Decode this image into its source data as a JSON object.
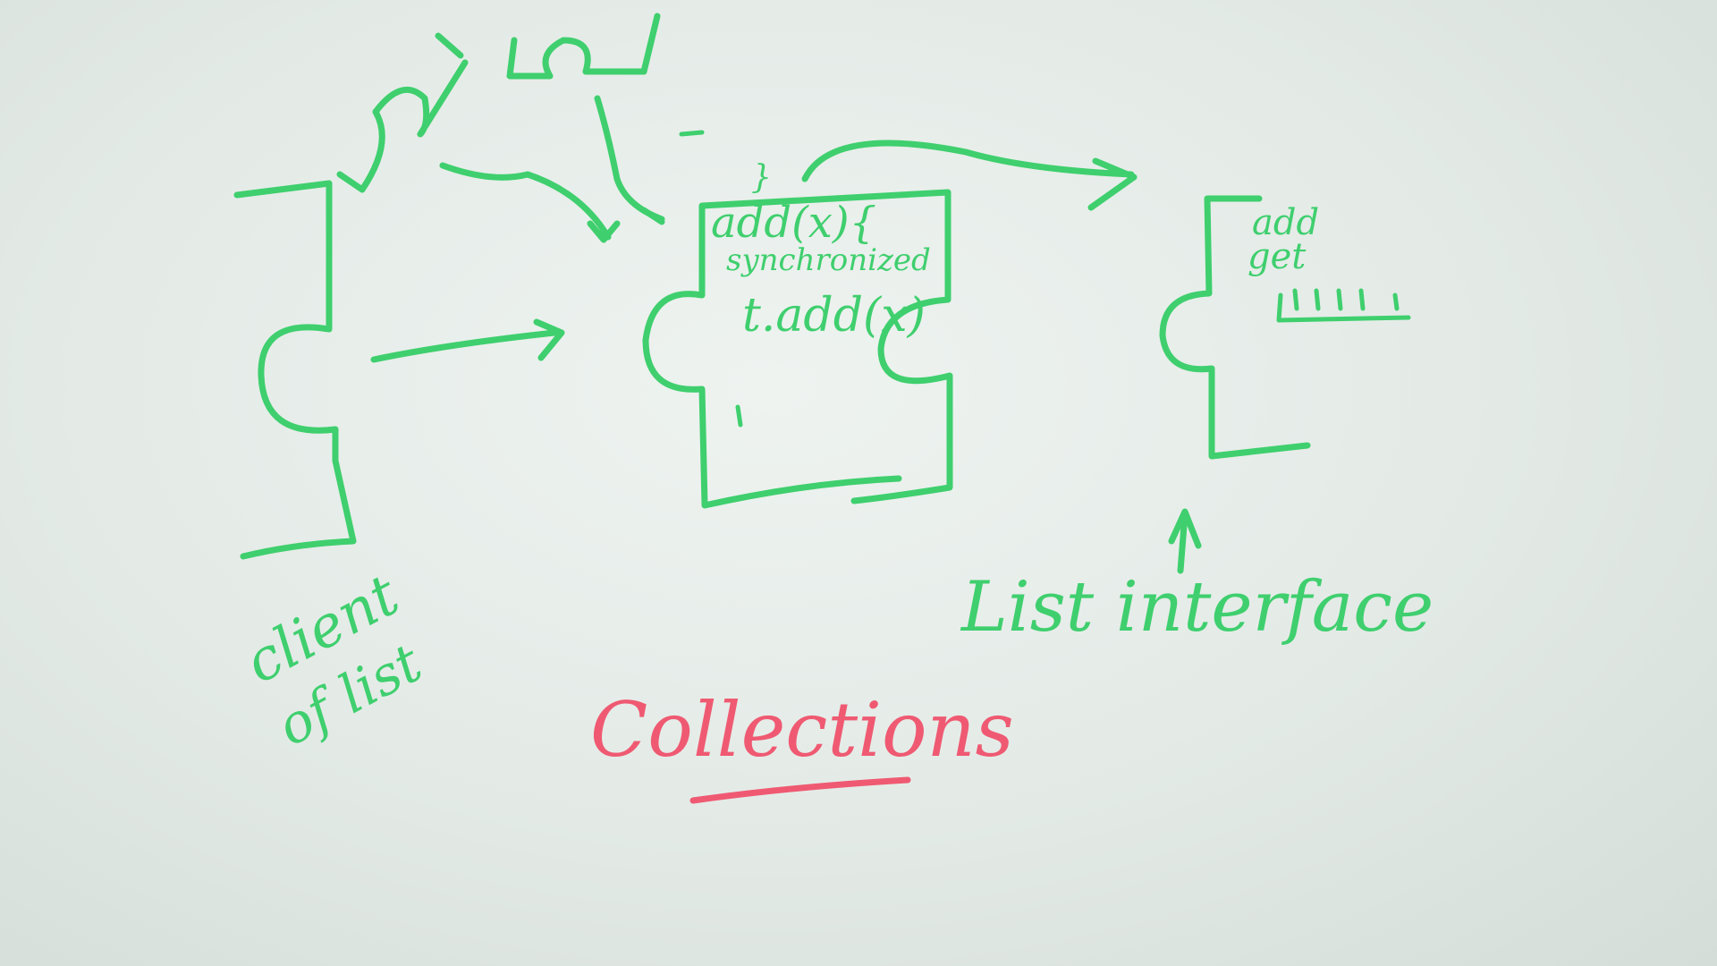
{
  "colors": {
    "green": "#3fcf6e",
    "red": "#ef5a72",
    "board": "#e3eae6"
  },
  "title": "Collections",
  "client_label_line1": "client",
  "client_label_line2": "of list",
  "wrapper_label_line1": "add(x){",
  "wrapper_label_line2": "synchronized",
  "wrapper_label_line3": "t.add(x)",
  "wrapper_label_line4": "}",
  "interface_methods_line1": "add",
  "interface_methods_line2": "get",
  "interface_label": "List interface"
}
